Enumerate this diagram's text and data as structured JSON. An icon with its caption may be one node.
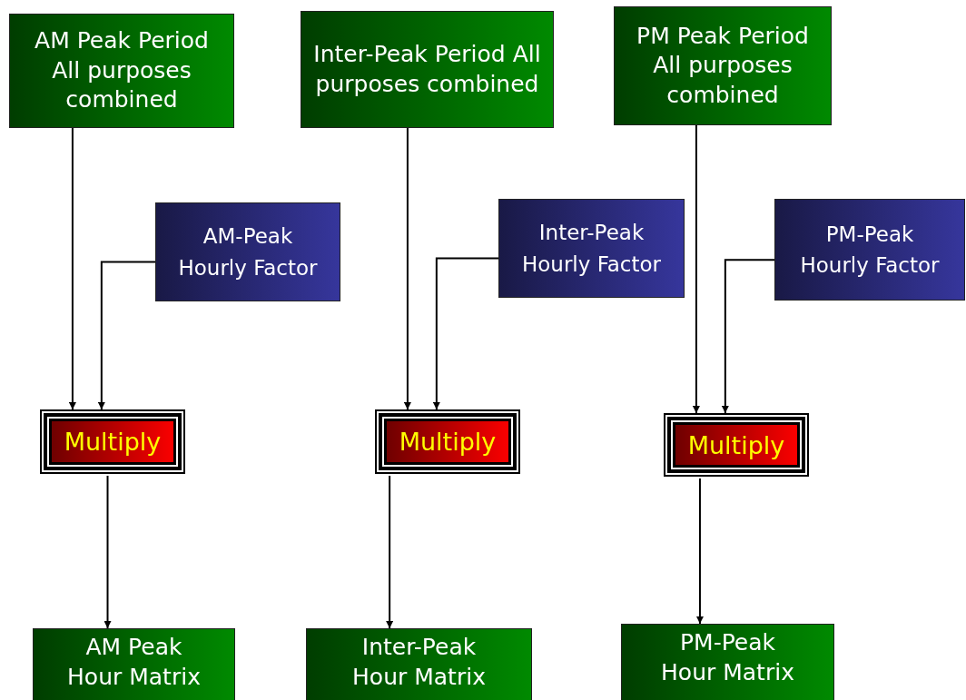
{
  "diagram": {
    "nodes": [
      {
        "text": [
          "AM Peak Period All purposes combined"
        ]
      },
      {
        "text": [
          "Inter-Peak Period All purposes combined"
        ]
      },
      {
        "text": [
          "PM Peak Period All purposes combined"
        ]
      },
      {
        "text": [
          "AM-Peak Hourly Factor"
        ]
      },
      {
        "text": [
          "Inter-Peak Hourly Factor"
        ]
      },
      {
        "text": [
          "PM-Peak Hourly Factor"
        ]
      },
      {
        "text": [
          "Multiply"
        ]
      },
      {
        "text": [
          "Multiply"
        ]
      },
      {
        "text": [
          "Multiply"
        ]
      },
      {
        "text": [
          "AM Peak Hour Matrix"
        ]
      },
      {
        "text": [
          "Inter-Peak Hour Matrix"
        ]
      },
      {
        "text": [
          "PM-Peak Hour Matrix"
        ]
      }
    ],
    "edges": [
      {
        "from": 0,
        "to": 6,
        "arrow": "to"
      },
      {
        "from": 3,
        "to": 6,
        "arrow": "to"
      },
      {
        "from": 6,
        "to": 9,
        "arrow": "to"
      },
      {
        "from": 1,
        "to": 7,
        "arrow": "to"
      },
      {
        "from": 4,
        "to": 7,
        "arrow": "to"
      },
      {
        "from": 7,
        "to": 10,
        "arrow": "to"
      },
      {
        "from": 2,
        "to": 8,
        "arrow": "to"
      },
      {
        "from": 5,
        "to": 8,
        "arrow": "to"
      },
      {
        "from": 8,
        "to": 11,
        "arrow": "to"
      }
    ]
  }
}
